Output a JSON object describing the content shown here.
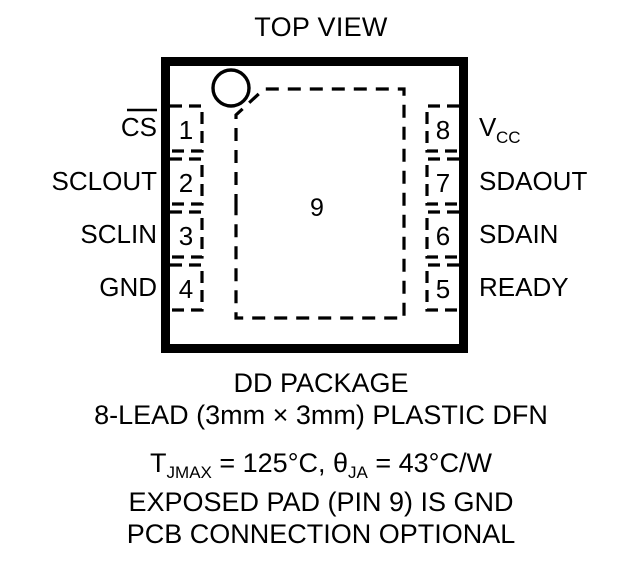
{
  "diagram": {
    "title": "TOP VIEW",
    "package_marker": "pin1-dot-icon",
    "exposed_pad": {
      "number": "9",
      "shape": "chamfered-rectangle-dashed"
    },
    "pins_left": [
      {
        "number": "1",
        "label": "CS",
        "overline": true
      },
      {
        "number": "2",
        "label": "SCLOUT",
        "overline": false
      },
      {
        "number": "3",
        "label": "SCLIN",
        "overline": false
      },
      {
        "number": "4",
        "label": "GND",
        "overline": false
      }
    ],
    "pins_right": [
      {
        "number": "8",
        "label": "V",
        "subscript": "CC"
      },
      {
        "number": "7",
        "label": "SDAOUT",
        "subscript": ""
      },
      {
        "number": "6",
        "label": "SDAIN",
        "subscript": ""
      },
      {
        "number": "5",
        "label": "READY",
        "subscript": ""
      }
    ],
    "captions": {
      "line1": "DD PACKAGE",
      "line2": "8-LEAD (3mm × 3mm) PLASTIC DFN",
      "thermal": {
        "tj_symbol": "T",
        "tj_sub": "JMAX",
        "tj_value": " = 125°C, ",
        "theta_symbol": "θ",
        "theta_sub": "JA",
        "theta_value": " = 43°C/W"
      },
      "line4": "EXPOSED PAD (PIN 9) IS GND",
      "line5": "PCB CONNECTION OPTIONAL"
    },
    "colors": {
      "ink": "#000000",
      "background": "#ffffff"
    }
  }
}
